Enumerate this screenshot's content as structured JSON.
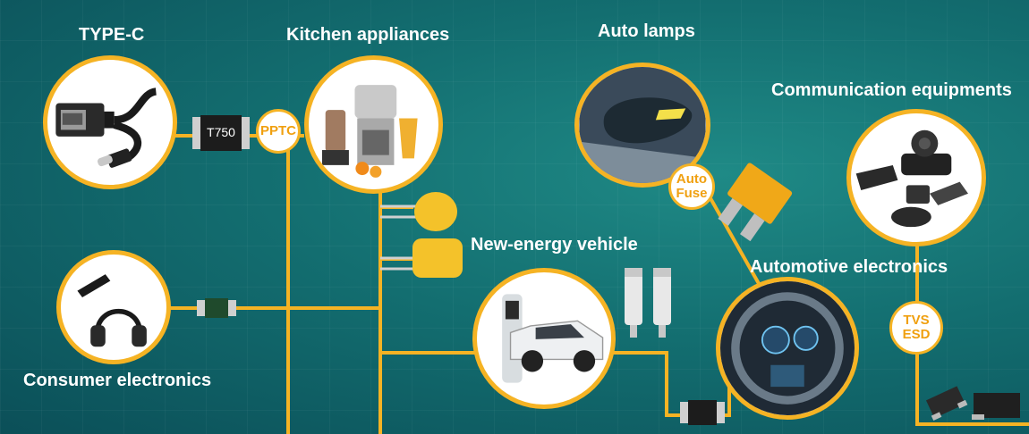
{
  "titles": {
    "type_c": "TYPE-C",
    "kitchen": "Kitchen appliances",
    "auto_lamps": "Auto lamps",
    "communication": "Communication equipments",
    "new_energy": "New-energy vehicle",
    "automotive": "Automotive electronics",
    "consumer": "Consumer electronics"
  },
  "tags": {
    "pptc": "PPTC",
    "auto_fuse_1": "Auto",
    "auto_fuse_2": "Fuse",
    "tvs": "TVS",
    "esd": "ESD"
  },
  "components": {
    "smd_fuse_marking": "T750"
  },
  "colors": {
    "accent": "#f5b324",
    "background": "#136e70",
    "label_text": "#ffffff",
    "tag_text": "#f0a010"
  },
  "icons": [
    "usb-type-c-cable-icon",
    "juicer-appliance-icon",
    "car-mirror-lamp-icon",
    "video-conference-device-icon",
    "bluetooth-headset-icon",
    "ev-charging-car-icon",
    "car-dashboard-icon",
    "smd-fuse-icon",
    "auto-blade-fuse-icon",
    "varistor-icon",
    "cartridge-fuse-icon",
    "tvs-diode-icon"
  ]
}
